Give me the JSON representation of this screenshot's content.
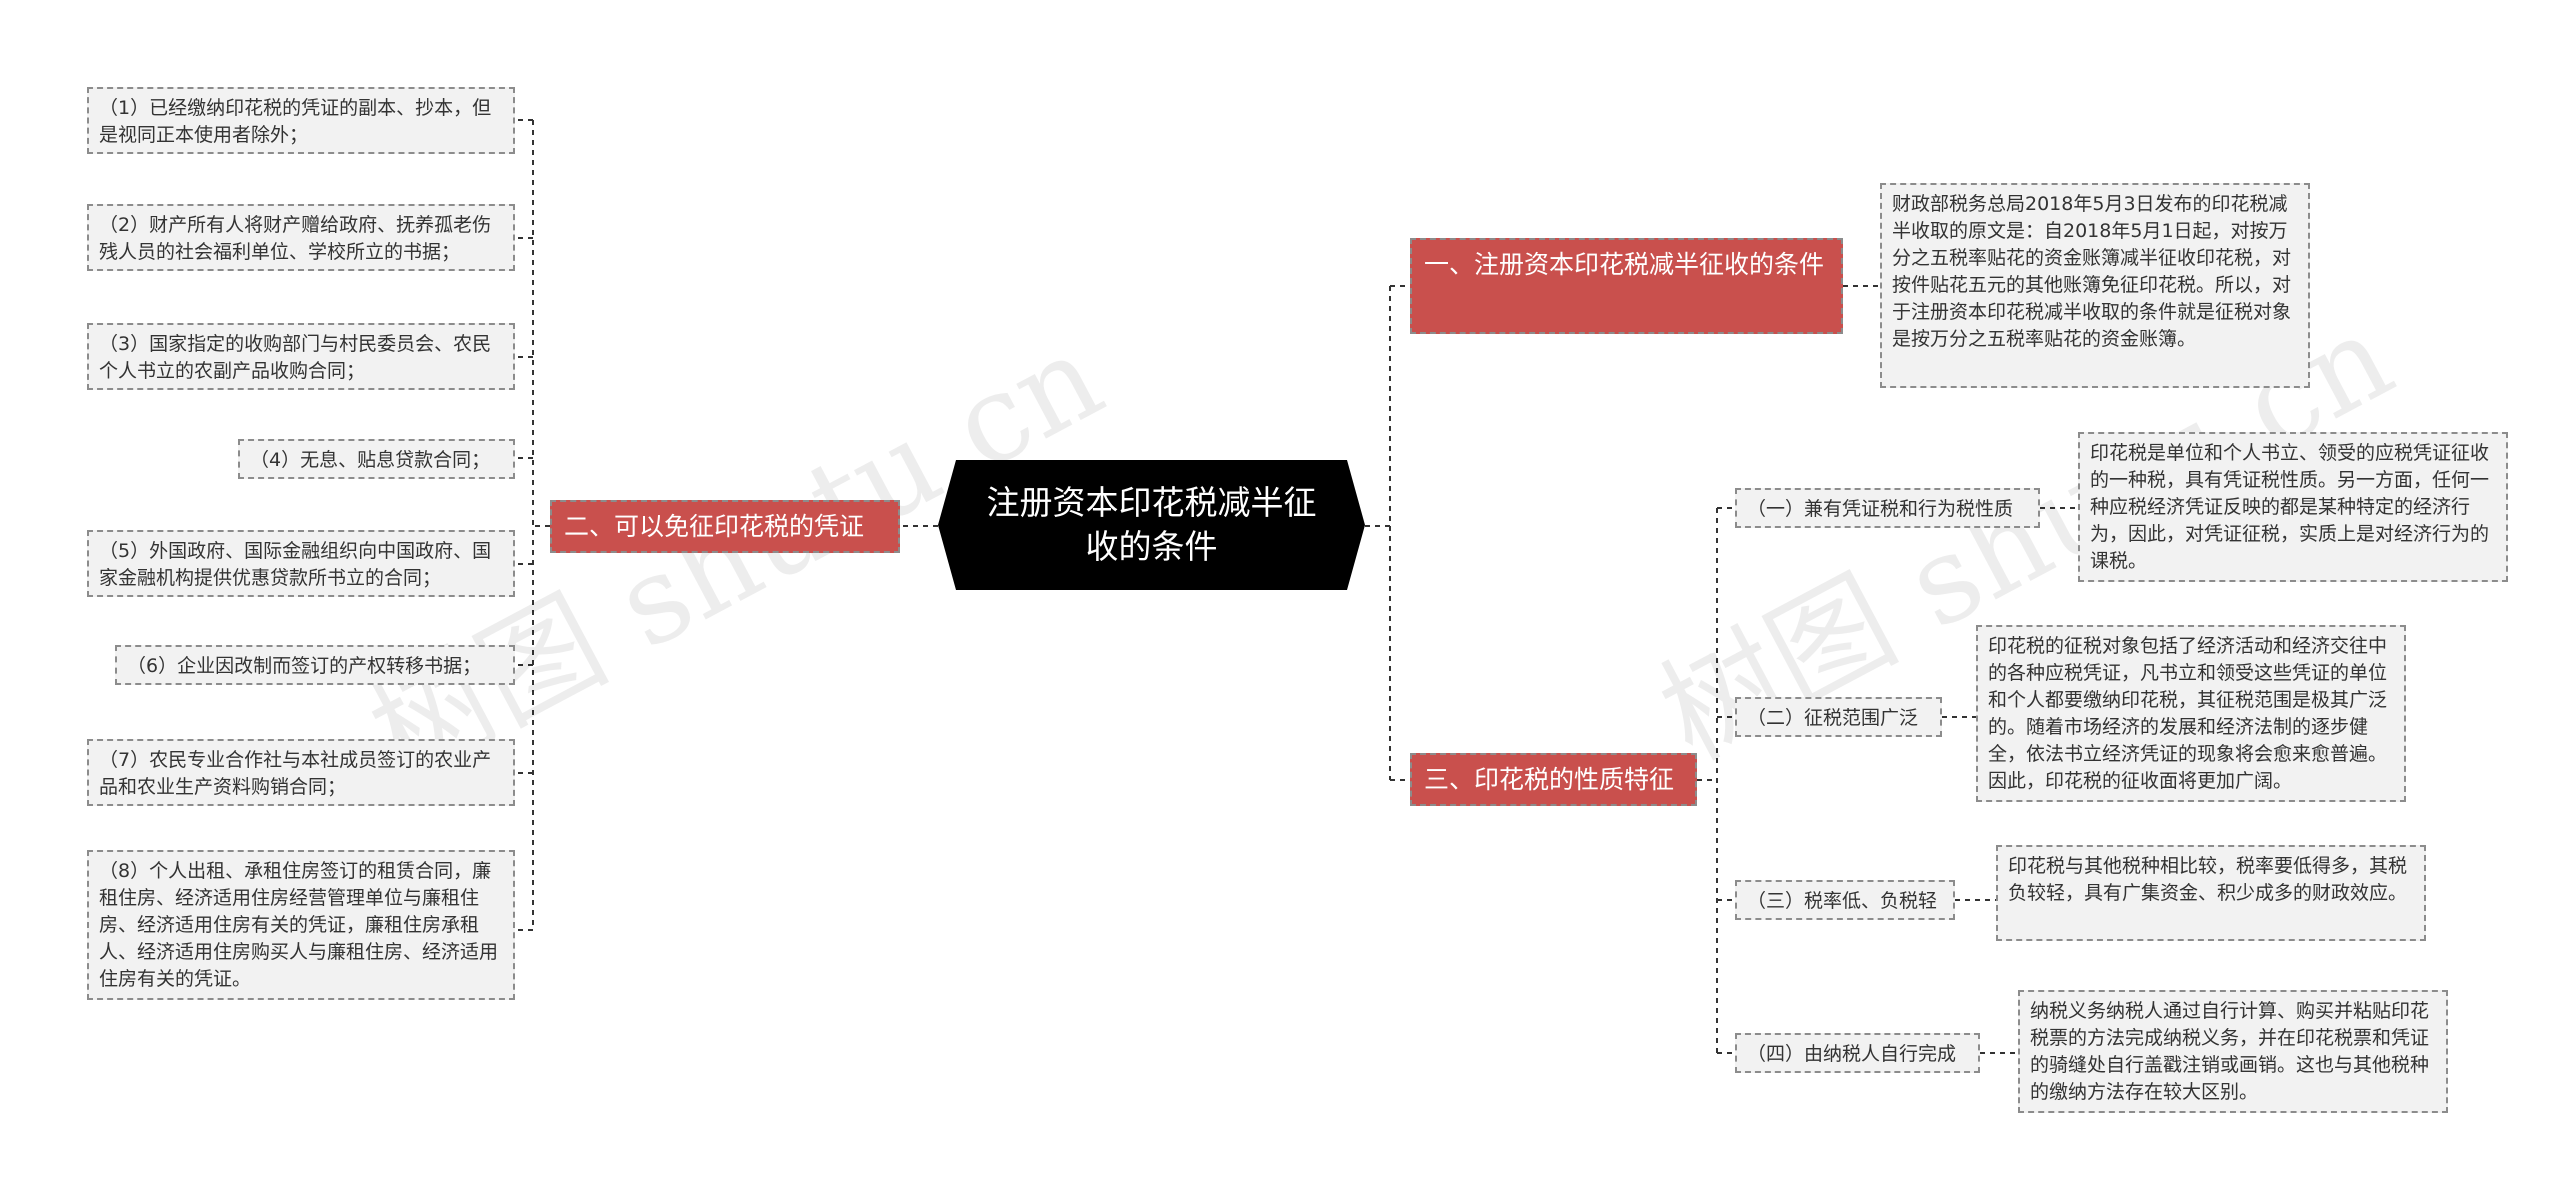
{
  "root": {
    "label": "注册资本印花税减半征收的条件"
  },
  "left_branch": {
    "label": "二、可以免征印花税的凭证",
    "items": [
      "（1）已经缴纳印花税的凭证的副本、抄本，但是视同正本使用者除外；",
      "（2）财产所有人将财产赠给政府、抚养孤老伤残人员的社会福利单位、学校所立的书据；",
      "（3）国家指定的收购部门与村民委员会、农民个人书立的农副产品收购合同；",
      "（4）无息、贴息贷款合同；",
      "（5）外国政府、国际金融组织向中国政府、国家金融机构提供优惠贷款所书立的合同；",
      "（6）企业因改制而签订的产权转移书据；",
      "（7）农民专业合作社与本社成员签订的农业产品和农业生产资料购销合同；",
      "（8）个人出租、承租住房签订的租赁合同，廉租住房、经济适用住房经营管理单位与廉租住房、经济适用住房有关的凭证，廉租住房承租人、经济适用住房购买人与廉租住房、经济适用住房有关的凭证。"
    ]
  },
  "right_branch_1": {
    "label": "一、注册资本印花税减半征收的条件",
    "detail": "财政部税务总局2018年5月3日发布的印花税减半收取的原文是：自2018年5月1日起，对按万分之五税率贴花的资金账簿减半征收印花税，对按件贴花五元的其他账簿免征印花税。所以，对于注册资本印花税减半收取的条件就是征税对象是按万分之五税率贴花的资金账簿。"
  },
  "right_branch_2": {
    "label": "三、印花税的性质特征",
    "items": [
      {
        "label": "（一）兼有凭证税和行为税性质",
        "detail": "印花税是单位和个人书立、领受的应税凭证征收的一种税，具有凭证税性质。另一方面，任何一种应税经济凭证反映的都是某种特定的经济行为，因此，对凭证征税，实质上是对经济行为的课税。"
      },
      {
        "label": "（二）征税范围广泛",
        "detail": "印花税的征税对象包括了经济活动和经济交往中的各种应税凭证，凡书立和领受这些凭证的单位和个人都要缴纳印花税，其征税范围是极其广泛的。随着市场经济的发展和经济法制的逐步健全，依法书立经济凭证的现象将会愈来愈普遍。因此，印花税的征收面将更加广阔。"
      },
      {
        "label": "（三）税率低、负税轻",
        "detail": "印花税与其他税种相比较，税率要低得多，其税负较轻，具有广集资金、积少成多的财政效应。"
      },
      {
        "label": "（四）由纳税人自行完成",
        "detail": "纳税义务纳税人通过自行计算、购买并粘贴印花税票的方法完成纳税义务，并在印花税票和凭证的骑缝处自行盖戳注销或画销。这也与其他税种的缴纳方法存在较大区别。"
      }
    ]
  },
  "watermark": {
    "text": "树图 shutu.cn"
  },
  "colors": {
    "root": "#000000",
    "branch": "#c9504d",
    "leaf": "#f2f2f2",
    "line": "#333333"
  }
}
